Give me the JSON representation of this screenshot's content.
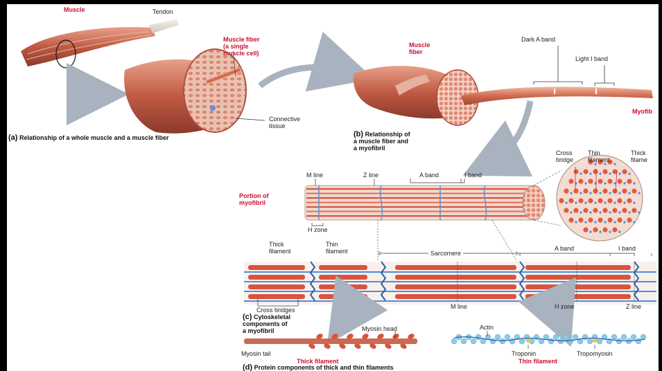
{
  "colors": {
    "muscle_red": "#c8102e",
    "muscle_tissue": "#c96b56",
    "filament_thick": "#d9533d",
    "filament_thin": "#4a90d9",
    "actin_blue": "#8ccbe8",
    "arrow_gray": "#a8b3bf"
  },
  "panel_a": {
    "muscle": "Muscle",
    "tendon": "Tendon",
    "muscle_fiber": "Muscle fiber\n(a single\nmuscle cell)",
    "connective_tissue": "Connective\ntissue",
    "caption_letter": "(a)",
    "caption": "Relationship of a whole muscle and a muscle fiber"
  },
  "panel_b": {
    "muscle_fiber": "Muscle\nfiber",
    "dark_a_band": "Dark A band",
    "light_i_band": "Light I band",
    "myofibril": "Myofib",
    "caption_letter": "(b)",
    "caption": "Relationship of\na muscle fiber and\na myofibril"
  },
  "myofibril_portion": {
    "label": "Portion of\nmyofibril",
    "m_line": "M line",
    "z_line": "Z line",
    "a_band": "A band",
    "i_band": "I band",
    "h_zone": "H zone",
    "cross_bridge": "Cross\nbridge",
    "thin_filament": "Thin\nfilament",
    "thick_filament": "Thick\nfilame"
  },
  "panel_c": {
    "thick_filament": "Thick\nfilament",
    "thin_filament": "Thin\nfilament",
    "sarcomere": "Sarcomere",
    "a_band": "A band",
    "i_band": "I band",
    "cross_bridges": "Cross bridges",
    "m_line": "M line",
    "h_zone": "H zone",
    "z_line": "Z line",
    "caption_letter": "(c)",
    "caption": "Cytoskeletal\ncomponents of\na myofibril"
  },
  "panel_d": {
    "myosin_head": "Myosin head",
    "myosin_tail": "Myosin tail",
    "thick_filament": "Thick filament",
    "actin": "Actin",
    "troponin": "Troponin",
    "tropomyosin": "Tropomyosin",
    "thin_filament": "Thin filament",
    "caption_letter": "(d)",
    "caption": "Protein components of thick and thin filaments"
  }
}
